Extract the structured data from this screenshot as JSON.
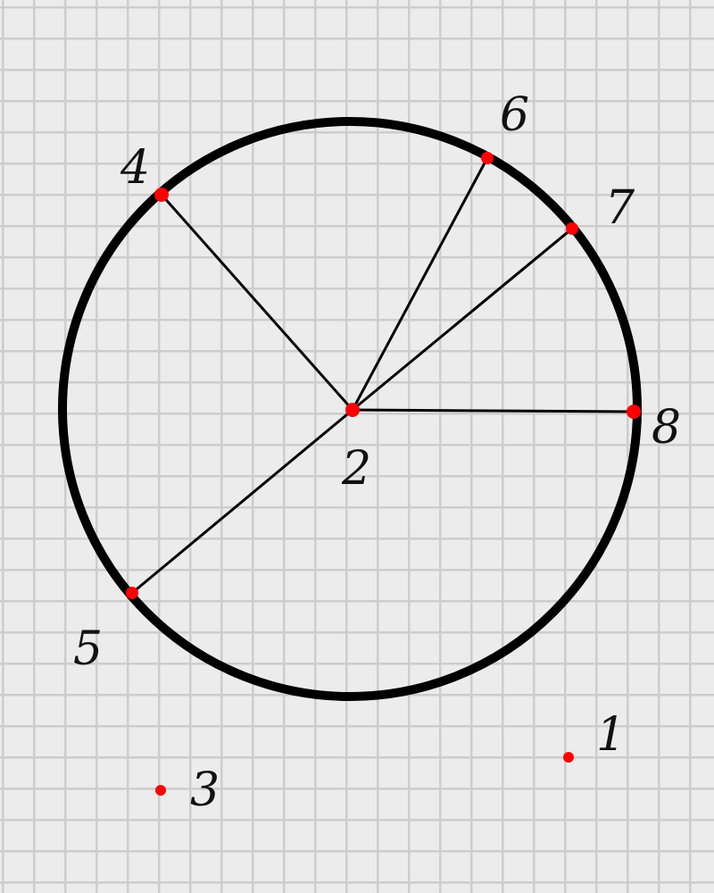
{
  "diagram": {
    "colors": {
      "background": "#ececec",
      "grid": "#c9c9c9",
      "circle": "#000000",
      "segment": "#000000",
      "point": "#ff0000",
      "label": "#111111"
    },
    "circle": {
      "center": "2"
    },
    "points": [
      {
        "id": "1",
        "label": "1"
      },
      {
        "id": "2",
        "label": "2"
      },
      {
        "id": "3",
        "label": "3"
      },
      {
        "id": "4",
        "label": "4"
      },
      {
        "id": "5",
        "label": "5"
      },
      {
        "id": "6",
        "label": "6"
      },
      {
        "id": "7",
        "label": "7"
      },
      {
        "id": "8",
        "label": "8"
      }
    ],
    "segments": [
      {
        "from": "2",
        "to": "4"
      },
      {
        "from": "2",
        "to": "6"
      },
      {
        "from": "2",
        "to": "7"
      },
      {
        "from": "2",
        "to": "8"
      },
      {
        "from": "2",
        "to": "5"
      }
    ]
  }
}
